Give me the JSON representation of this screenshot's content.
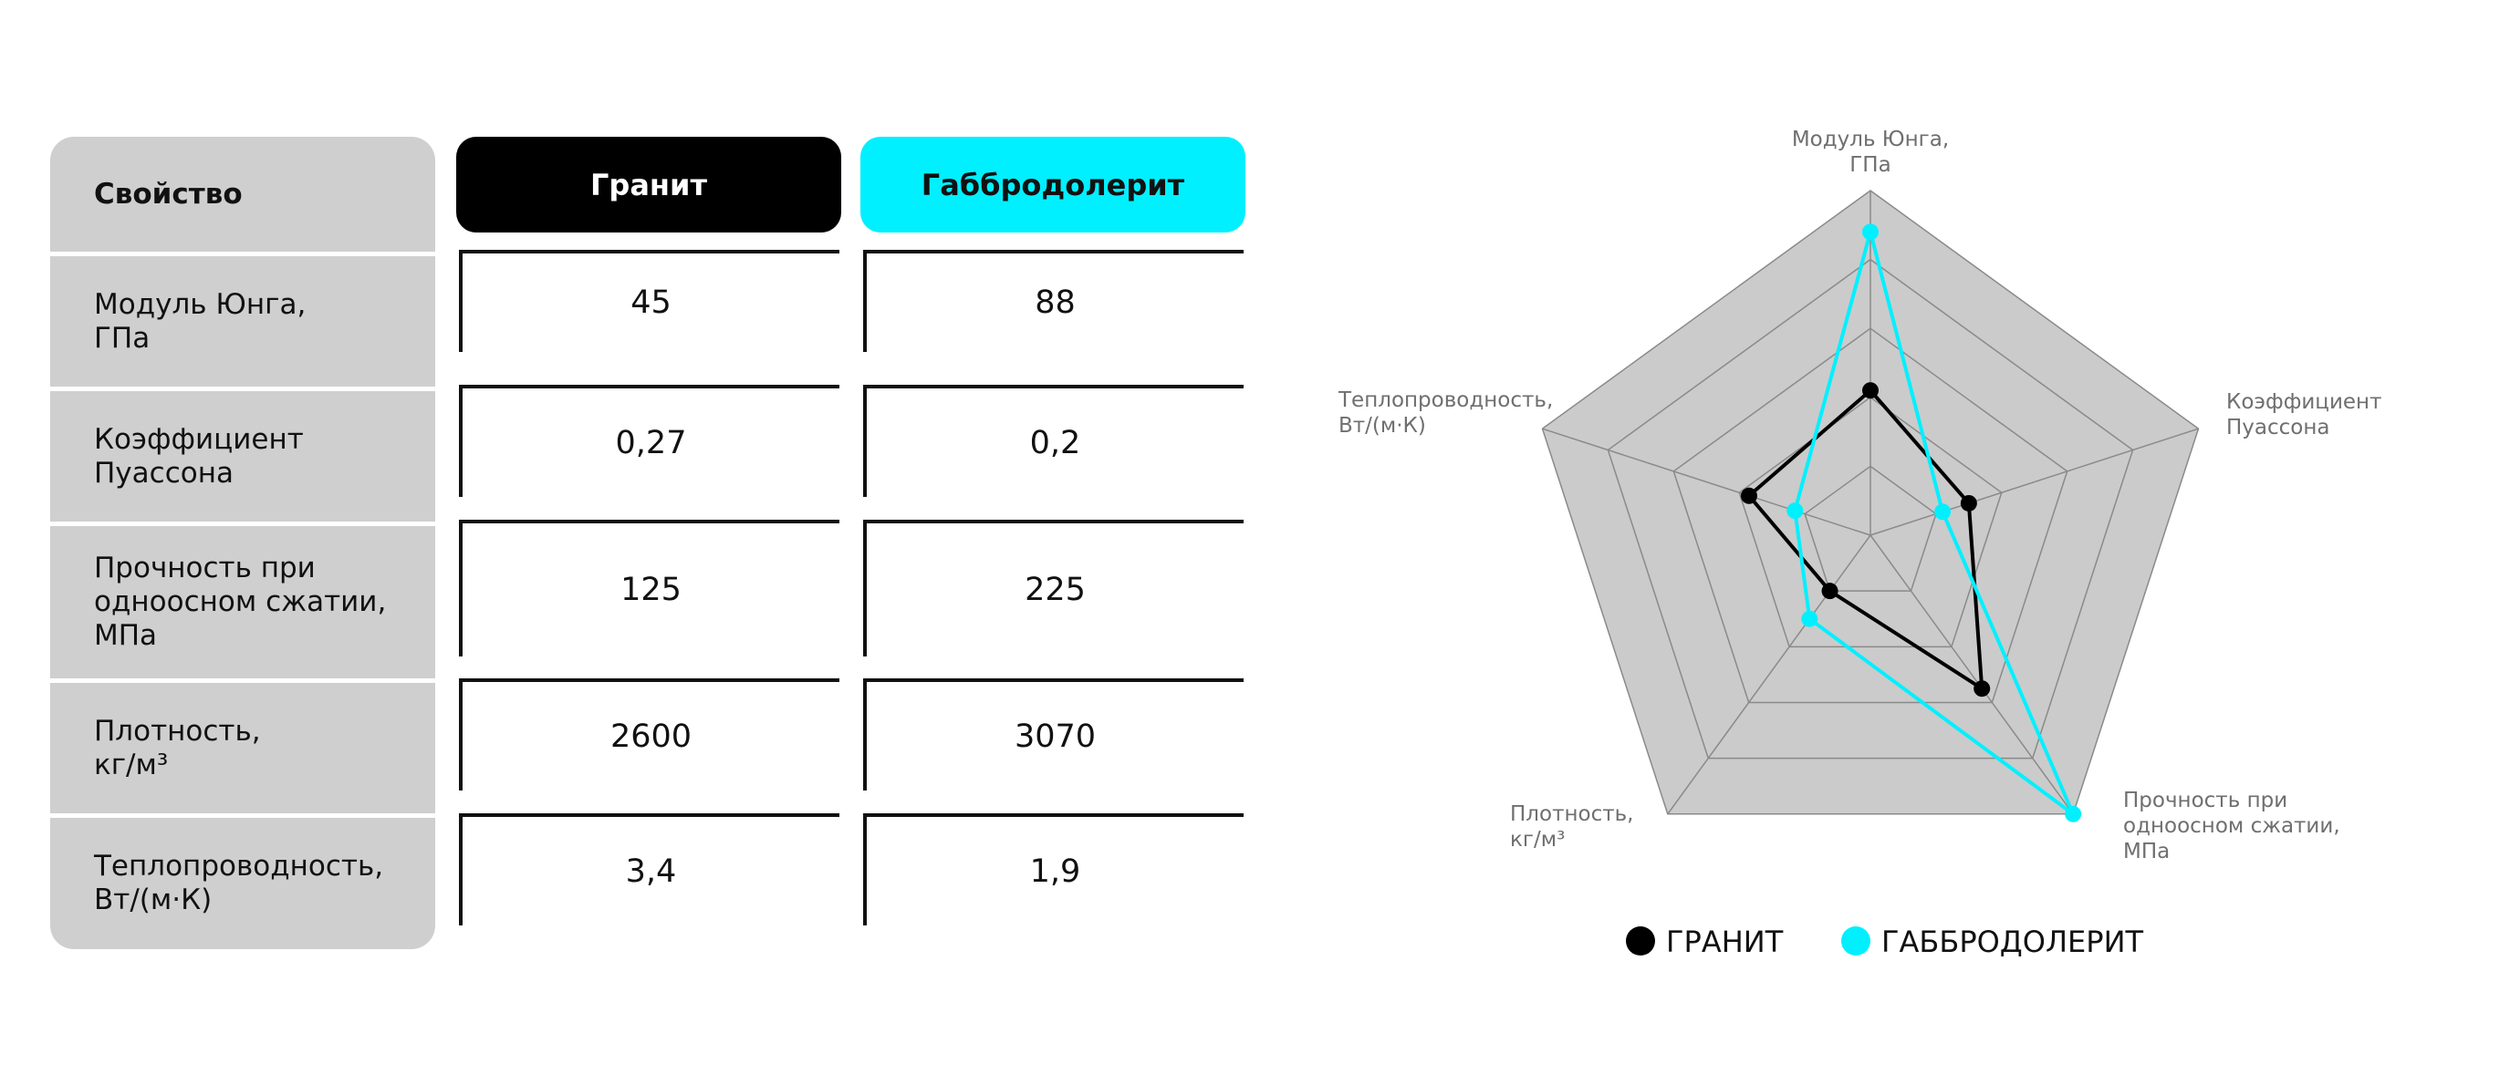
{
  "table": {
    "header": "Свойство",
    "columns": [
      {
        "label": "Гранит",
        "bg": "#000000",
        "fg": "#ffffff"
      },
      {
        "label": "Габбродолерит",
        "bg": "#00f0ff",
        "fg": "#111111"
      }
    ],
    "rows": [
      {
        "label": "Модуль Юнга,\nГПа",
        "values": [
          "45",
          "88"
        ]
      },
      {
        "label": "Коэффициент\nПуассона",
        "values": [
          "0,27",
          "0,2"
        ]
      },
      {
        "label": "Прочность при\nодноосном сжатии,\nМПа",
        "values": [
          "125",
          "225"
        ]
      },
      {
        "label": "Плотность,\nкг/м³",
        "values": [
          "2600",
          "3070"
        ]
      },
      {
        "label": "Теплопроводность,\nВт/(м·К)",
        "values": [
          "3,4",
          "1,9"
        ]
      }
    ]
  },
  "chart_data": {
    "type": "radar",
    "levels": 5,
    "axes": [
      "Модуль Юнга,\nГПа",
      "Коэффициент\nПуассона",
      "Прочность при\nодноосном сжатии,\nМПа",
      "Плотность,\nкг/м³",
      "Теплопроводность,\nВт/(м·К)"
    ],
    "series": [
      {
        "name": "ГРАНИТ",
        "color": "#000000",
        "values": [
          0.42,
          0.3,
          0.55,
          0.2,
          0.37
        ]
      },
      {
        "name": "ГАББРОДОЛЕРИТ",
        "color": "#00f0ff",
        "values": [
          0.88,
          0.22,
          1.0,
          0.3,
          0.23
        ]
      }
    ],
    "grid_fill": "#cbcbcb",
    "grid_stroke": "#8a8a8a",
    "legend_position": "bottom"
  }
}
